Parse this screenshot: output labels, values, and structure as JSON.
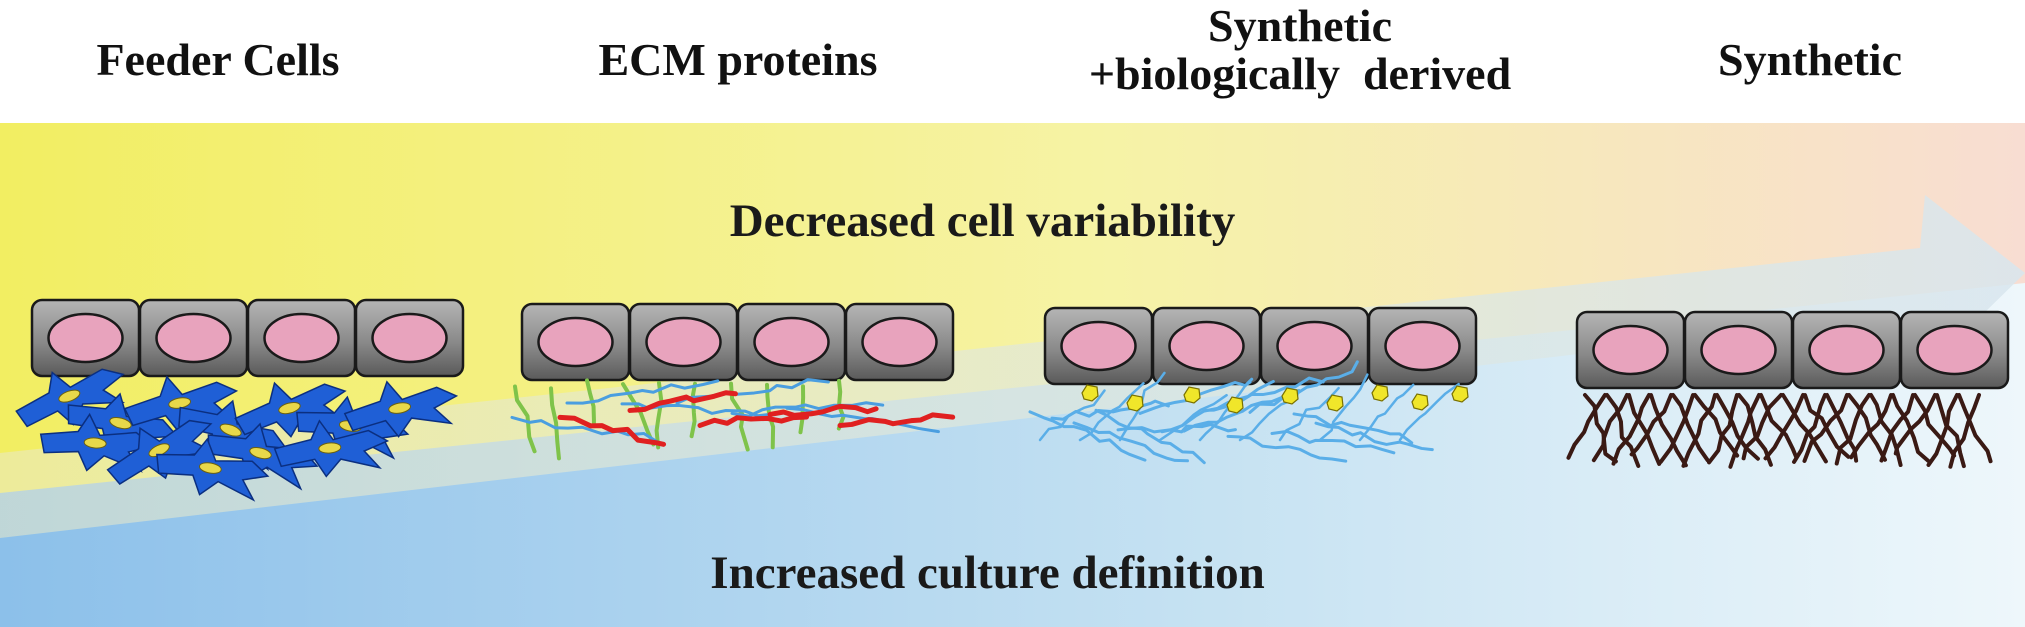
{
  "categories": [
    {
      "id": "feeder",
      "label_lines": [
        "Feeder Cells"
      ],
      "matrix": "feeder"
    },
    {
      "id": "ecm",
      "label_lines": [
        "ECM proteins"
      ],
      "matrix": "ecm"
    },
    {
      "id": "hybrid",
      "label_lines": [
        "Synthetic",
        "+biologically  derived"
      ],
      "matrix": "hybrid"
    },
    {
      "id": "synthetic",
      "label_lines": [
        "Synthetic"
      ],
      "matrix": "synthetic"
    }
  ],
  "top_trend": "Decreased cell variability",
  "bottom_trend": "Increased culture definition",
  "cells_per_row": 4,
  "colors": {
    "cell_fill_light": "#b5b5b5",
    "cell_fill_dark": "#5a5a5a",
    "nucleus": "#e8a3bd",
    "feeder_cell": "#1f5fd6",
    "feeder_nucleus": "#e8d84a",
    "ecm_red": "#e02020",
    "ecm_blue": "#4a9ee0",
    "ecm_green": "#7fc34a",
    "hybrid_fiber": "#5aaee8",
    "hybrid_bead": "#f0e62a",
    "synthetic_fiber": "#3a1a14",
    "arrow_yellow": "#f4ee70",
    "arrow_blue": "#7fb9e6"
  }
}
